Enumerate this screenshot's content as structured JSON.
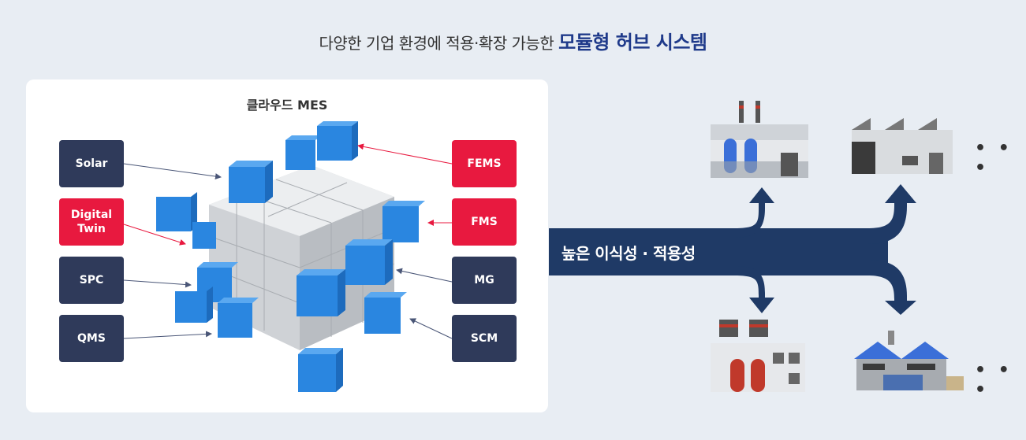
{
  "headline": {
    "lead": "다양한 기업 환경에 적용·확장 가능한",
    "highlight": "모듈형 허브 시스템"
  },
  "card": {
    "title": "클라우드 MES"
  },
  "modules_left": [
    {
      "label": "Solar",
      "style": "dark"
    },
    {
      "label": "Digital Twin",
      "style": "red"
    },
    {
      "label": "SPC",
      "style": "dark"
    },
    {
      "label": "QMS",
      "style": "dark"
    }
  ],
  "modules_right": [
    {
      "label": "FEMS",
      "style": "red"
    },
    {
      "label": "FMS",
      "style": "red"
    },
    {
      "label": "MG",
      "style": "dark"
    },
    {
      "label": "SCM",
      "style": "dark"
    }
  ],
  "band": {
    "label": "높은 이식성 · 적용성"
  },
  "more": {
    "label": "• • •"
  },
  "colors": {
    "navy": "#1f3a66",
    "red": "#e8193f",
    "dark": "#2f3a5a",
    "cube_blue": "#2a86e0"
  }
}
